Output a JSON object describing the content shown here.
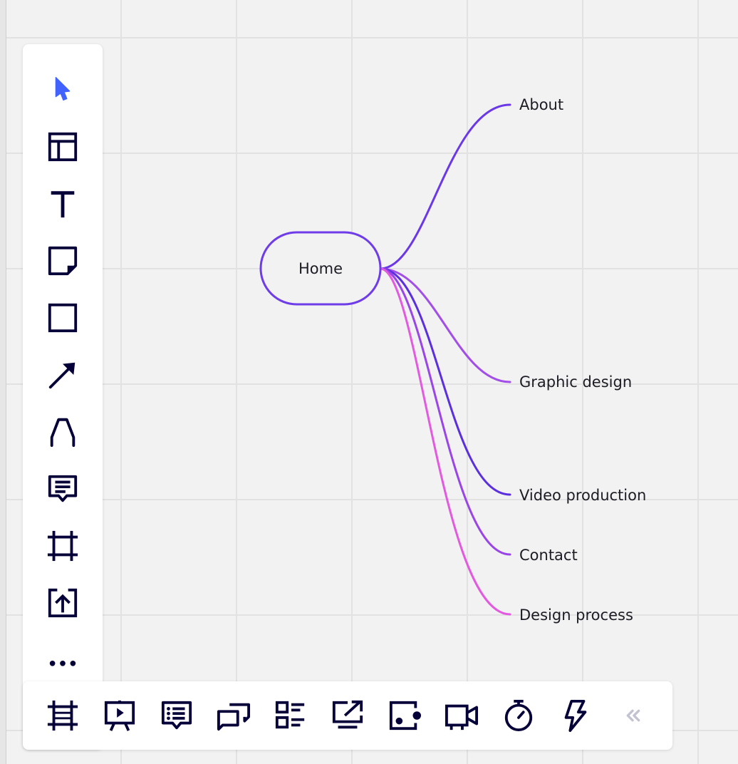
{
  "colors": {
    "canvas_background": "#f2f2f2",
    "grid_line": "#e2e2e2",
    "icon": "#050038",
    "select_tool_active": "#4262ff",
    "collapse_icon_disabled": "#c3c2d0",
    "node_outline": "#6e3ce8"
  },
  "mind_map": {
    "root": {
      "label": "Home",
      "border_color": "#6e3ce8"
    },
    "branches": [
      {
        "label": "About",
        "color": "#6b38e8"
      },
      {
        "label": "Graphic design",
        "color": "#a24ee8"
      },
      {
        "label": "Video production",
        "color": "#5b2fe0"
      },
      {
        "label": "Contact",
        "color": "#9a45e8"
      },
      {
        "label": "Design process",
        "color": "#e35ae0"
      }
    ]
  },
  "left_toolbar": {
    "tools": [
      {
        "icon": "cursor-icon",
        "tooltip": "Select",
        "active": true
      },
      {
        "icon": "templates-icon",
        "tooltip": "Templates"
      },
      {
        "icon": "text-icon",
        "tooltip": "Text"
      },
      {
        "icon": "sticky-note-icon",
        "tooltip": "Sticky note"
      },
      {
        "icon": "shape-icon",
        "tooltip": "Shapes"
      },
      {
        "icon": "arrow-icon",
        "tooltip": "Connection line"
      },
      {
        "icon": "pen-icon",
        "tooltip": "Pen"
      },
      {
        "icon": "comment-icon",
        "tooltip": "Comment"
      },
      {
        "icon": "frame-icon",
        "tooltip": "Frame"
      },
      {
        "icon": "upload-icon",
        "tooltip": "Upload"
      },
      {
        "icon": "more-icon",
        "tooltip": "More apps"
      }
    ]
  },
  "bottom_toolbar": {
    "tools": [
      {
        "icon": "frames-icon",
        "tooltip": "Frames"
      },
      {
        "icon": "presentation-icon",
        "tooltip": "Presentation"
      },
      {
        "icon": "comments-icon",
        "tooltip": "Comments"
      },
      {
        "icon": "chat-icon",
        "tooltip": "Chat"
      },
      {
        "icon": "card-list-icon",
        "tooltip": "Card list"
      },
      {
        "icon": "screen-share-icon",
        "tooltip": "Screen sharing"
      },
      {
        "icon": "screen-record-icon",
        "tooltip": "Screen recording"
      },
      {
        "icon": "video-call-icon",
        "tooltip": "Video chat"
      },
      {
        "icon": "timer-icon",
        "tooltip": "Timer"
      },
      {
        "icon": "lightning-icon",
        "tooltip": "Activity"
      },
      {
        "icon": "collapse-icon",
        "tooltip": "Collapse",
        "disabled": true
      }
    ]
  }
}
